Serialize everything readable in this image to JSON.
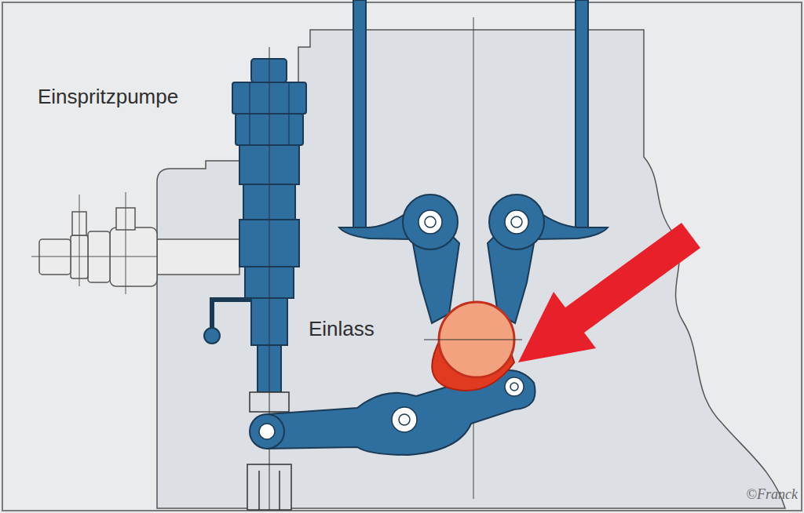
{
  "diagram": {
    "labels": [
      "Einspritzpumpe",
      "Einlass",
      "©Franck"
    ]
  }
}
